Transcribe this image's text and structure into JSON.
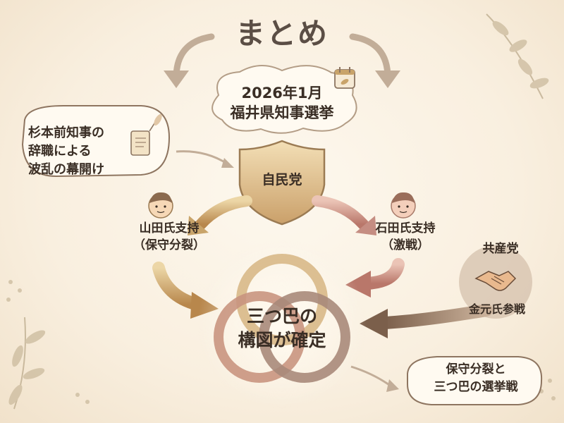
{
  "title": "まとめ",
  "election": {
    "line1": "2026年1月",
    "line2": "福井県知事選挙"
  },
  "resignation": {
    "line1": "杉本前知事の",
    "line2": "辞職による",
    "line3": "波乱の幕開け"
  },
  "ldp": {
    "label": "自民党"
  },
  "yamada": {
    "line1": "山田氏支持",
    "line2": "（保守分裂）"
  },
  "ishida": {
    "line1": "石田氏支持",
    "line2": "（激戦）"
  },
  "jcp": {
    "label": "共産党",
    "candidate": "金元氏参戦"
  },
  "center": {
    "line1": "三つ巴の",
    "line2": "構図が確定"
  },
  "conclusion": {
    "line1": "保守分裂と",
    "line2": "三つ巴の選挙戦"
  },
  "icons": [
    "calendar-icon",
    "scroll-icon",
    "shield-icon",
    "person-icon",
    "handshake-icon",
    "leaf-icon"
  ],
  "colors": {
    "gold": "#c9a46a",
    "rose": "#c58d82",
    "brown": "#8a705c",
    "text": "#3a2e25"
  }
}
